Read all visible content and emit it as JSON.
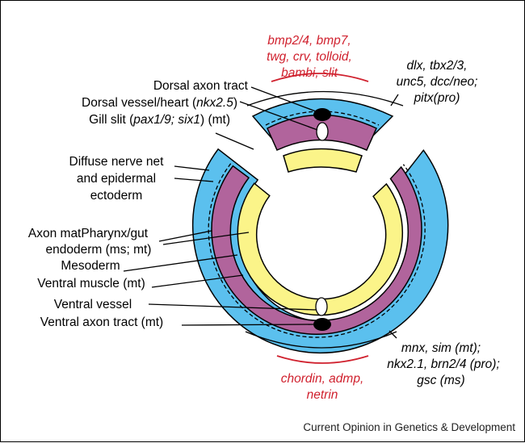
{
  "colors": {
    "ectoderm": "#5bc0ee",
    "mesoderm": "#b1649c",
    "endoderm": "#fbf489",
    "highlight_red": "#d0212e",
    "line": "#000000"
  },
  "gene_labels": {
    "dorsal_red": [
      "bmp2/4, bmp7,",
      "twg, crv, tolloid,",
      "bambi, slit"
    ],
    "dorsal_black": [
      "dlx, tbx2/3,",
      "unc5, dcc/neo;",
      "pitx(pro)"
    ],
    "ventral_black": [
      "mnx, sim (mt);",
      "nkx2.1, brn2/4 (pro);",
      "gsc (ms)"
    ],
    "ventral_red": [
      "chordin, admp,",
      "netrin"
    ]
  },
  "structure_labels": {
    "dorsal_axon_tract": "Dorsal axon tract",
    "dorsal_vessel_pre": "Dorsal vessel/heart (",
    "dorsal_vessel_gene": "nkx2.5",
    "dorsal_vessel_post": ")",
    "gill_pre": "Gill slit (",
    "gill_gene": "pax1/9; six1",
    "gill_post": ") (mt)",
    "diffuse_1": "Diffuse nerve net",
    "diffuse_2": "and epidermal",
    "diffuse_3": "ectoderm",
    "axon_mat_1": "Axon matPharynx/gut",
    "axon_mat_2": "endoderm (ms; mt)",
    "mesoderm": "Mesoderm",
    "ventral_muscle": "Ventral muscle (mt)",
    "ventral_vessel": "Ventral vessel",
    "ventral_axon_tract": "Ventral axon tract (mt)"
  },
  "credit": "Current Opinion in Genetics & Development"
}
